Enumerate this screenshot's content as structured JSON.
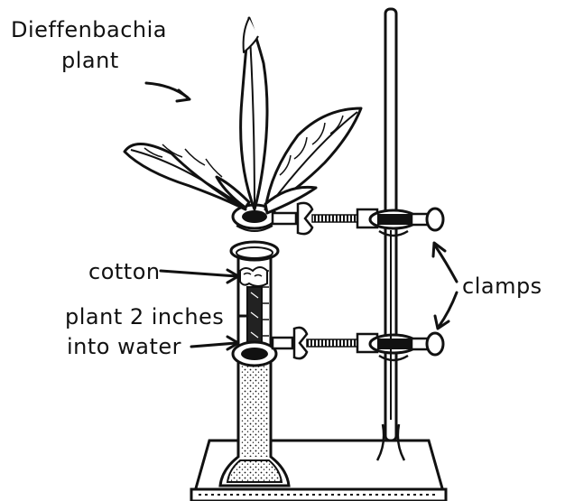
{
  "labels": {
    "plant_name_line1": "Dieffenbachia",
    "plant_name_line2": "plant",
    "cotton": "cotton",
    "depth_line1": "plant 2 inches",
    "depth_line2": "into water",
    "clamps": "clamps"
  },
  "colors": {
    "ink": "#111111",
    "background": "#ffffff"
  }
}
